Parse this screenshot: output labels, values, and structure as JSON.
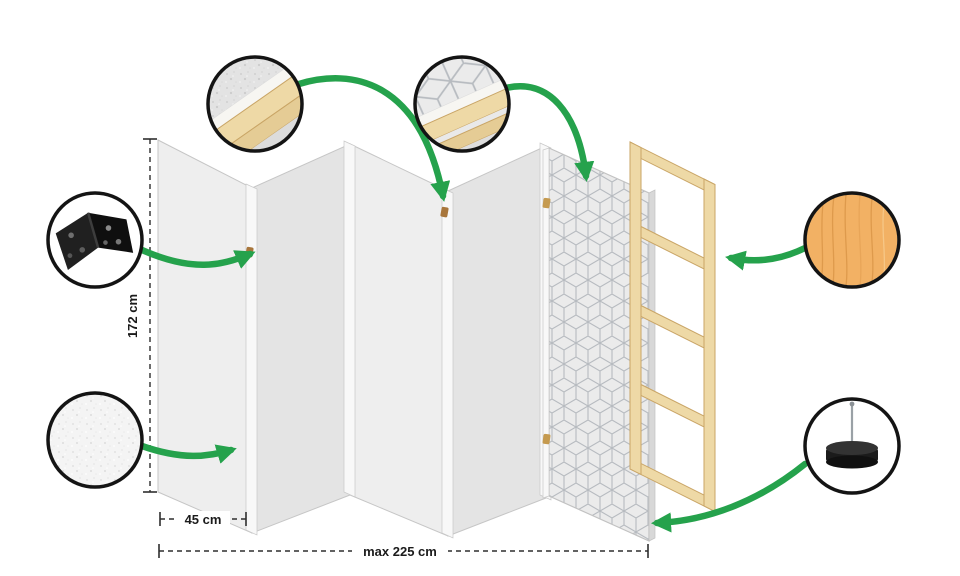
{
  "dimensions": {
    "height_label": "172 cm",
    "panel_width_label": "45 cm",
    "total_width_label": "max 225 cm"
  },
  "callouts": [
    {
      "icon": "frame-corner-detail-icon"
    },
    {
      "icon": "pattern-fabric-corner-detail-icon"
    },
    {
      "icon": "hinge-detail-icon"
    },
    {
      "icon": "fabric-texture-detail-icon"
    },
    {
      "icon": "pine-wood-detail-icon"
    },
    {
      "icon": "anti-slip-foot-detail-icon"
    }
  ],
  "colors": {
    "accent_green": "#25a24c",
    "outline_black": "#141414",
    "panel_light": "#eeeeee",
    "panel_dark": "#e4e4e4",
    "wood_light": "#eed9a6",
    "wood_stroke": "#c9a566",
    "pine_wood": "#f2b164",
    "pattern_bg": "#ebebeb",
    "pattern_line": "#b7bbc0",
    "dim_text": "#1b1b1b"
  }
}
